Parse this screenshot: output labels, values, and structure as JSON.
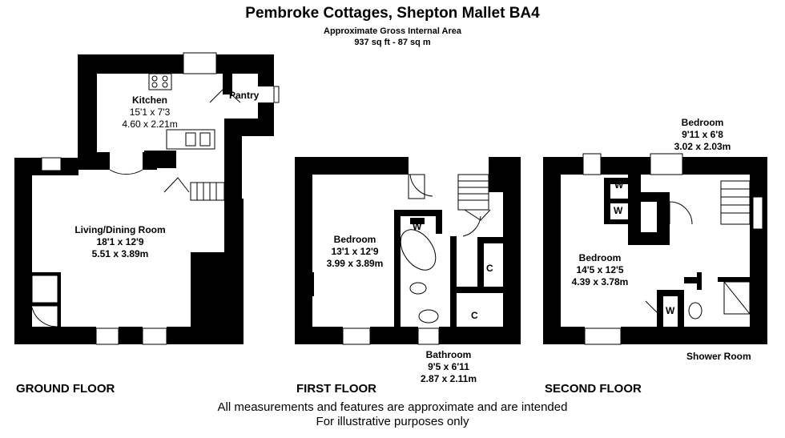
{
  "header": {
    "title": "Pembroke Cottages, Shepton Mallet BA4",
    "subtitle": "Approximate Gross Internal Area",
    "area": "937 sq ft - 87 sq m"
  },
  "floors": {
    "ground": "GROUND FLOOR",
    "first": "FIRST FLOOR",
    "second": "SECOND FLOOR"
  },
  "rooms": {
    "kitchen": {
      "name": "Kitchen",
      "imperial": "15'1 x 7'3",
      "metric": "4.60 x 2.21m"
    },
    "pantry": {
      "name": "Pantry"
    },
    "living": {
      "name": "Living/Dining Room",
      "imperial": "18'1 x 12'9",
      "metric": "5.51 x 3.89m"
    },
    "bedroom1": {
      "name": "Bedroom",
      "imperial": "13'1 x 12'9",
      "metric": "3.99 x 3.89m"
    },
    "bathroom": {
      "name": "Bathroom",
      "imperial": "9'5 x 6'11",
      "metric": "2.87 x 2.11m"
    },
    "bedroom2": {
      "name": "Bedroom",
      "imperial": "9'11 x 6'8",
      "metric": "3.02 x 2.03m"
    },
    "bedroom3": {
      "name": "Bedroom",
      "imperial": "14'5 x 12'5",
      "metric": "4.39 x 3.78m"
    },
    "shower": {
      "name": "Shower Room"
    }
  },
  "marks": {
    "w": "W",
    "c": "C"
  },
  "footer": {
    "line1": "All measurements and features are approximate and are intended",
    "line2": "For illustrative purposes only"
  }
}
